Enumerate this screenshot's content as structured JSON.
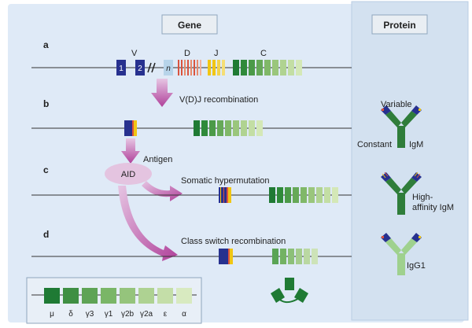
{
  "headers": {
    "gene": "Gene",
    "protein": "Protein"
  },
  "steps": {
    "a": "a",
    "b": "b",
    "c": "c",
    "d": "d"
  },
  "segments": {
    "v": "V",
    "d": "D",
    "j": "J",
    "c": "C",
    "v1": "1",
    "v2": "2",
    "vn": "n"
  },
  "arrows": {
    "vdj": "V(D)J recombination",
    "antigen": "Antigen",
    "aid": "AID",
    "shm": "Somatic hypermutation",
    "csr": "Class switch recombination"
  },
  "antibody_labels": {
    "variable": "Variable",
    "constant": "Constant",
    "igm": "IgM",
    "high_affinity_1": "High-",
    "high_affinity_2": "affinity IgM",
    "igg1": "IgG1"
  },
  "legend": {
    "isotypes": [
      "μ",
      "δ",
      "γ3",
      "γ1",
      "γ2b",
      "γ2a",
      "ε",
      "α"
    ]
  },
  "colors": {
    "gene_bg": "#dde9f7",
    "protein_bg": "#d4e2f1",
    "v_segment": "#27318f",
    "d_segment": "#d9543f",
    "j_segment": "#f1c613",
    "c_dark": "#2f7d3a",
    "c_light": "#cfe7b8",
    "aid": "#e4c4e0",
    "arrow": "#b3479a"
  }
}
